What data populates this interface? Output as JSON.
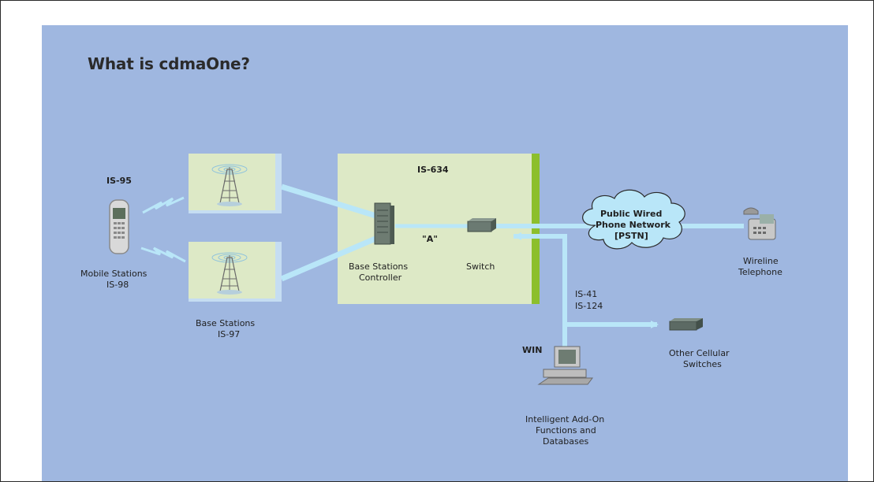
{
  "title": "What is cdmaOne?",
  "labels": {
    "is95": "IS-95",
    "mobile_stations": "Mobile Stations",
    "is98": "IS-98",
    "base_stations": "Base Stations",
    "is97": "IS-97",
    "is634": "IS-634",
    "a_interface": "\"A\"",
    "bsc_line1": "Base Stations",
    "bsc_line2": "Controller",
    "switch": "Switch",
    "pstn_line1": "Public Wired",
    "pstn_line2": "Phone Network",
    "pstn_line3": "[PSTN]",
    "wireline_line1": "Wireline",
    "wireline_line2": "Telephone",
    "is41": "IS-41",
    "is124": "IS-124",
    "win": "WIN",
    "other_line1": "Other Cellular",
    "other_line2": "Switches",
    "addon_line1": "Intelligent Add-On",
    "addon_line2": "Functions and",
    "addon_line3": "Databases"
  },
  "colors": {
    "background": "#9fb7e0",
    "link": "#b9e6f8",
    "network_box": "#dde9c6",
    "network_edge": "#8cbf2c",
    "cloud": "#b9e6f8"
  }
}
